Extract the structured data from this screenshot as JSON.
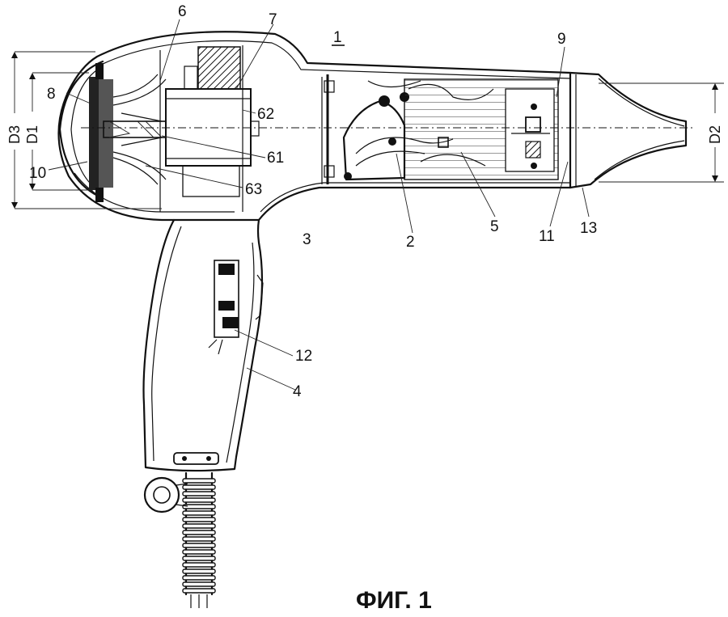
{
  "figure": {
    "caption": "ФИГ. 1",
    "main_ref": "1",
    "dimensions": {
      "d1": "D1",
      "d2": "D2",
      "d3": "D3"
    },
    "labels": {
      "l2": "2",
      "l3": "3",
      "l4": "4",
      "l5": "5",
      "l6": "6",
      "l7": "7",
      "l8": "8",
      "l9": "9",
      "l10": "10",
      "l11": "11",
      "l12": "12",
      "l13": "13",
      "l61": "61",
      "l62": "62",
      "l63": "63"
    }
  }
}
